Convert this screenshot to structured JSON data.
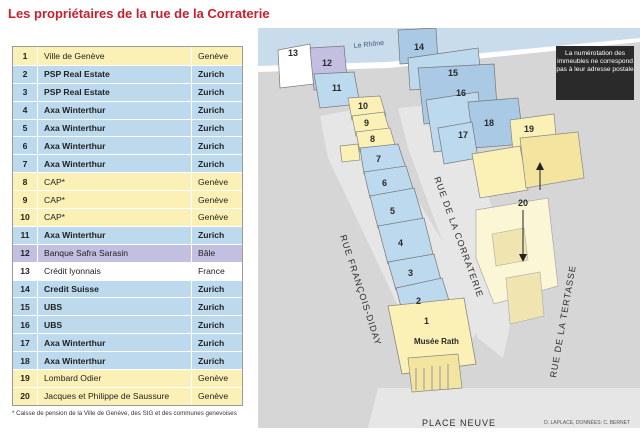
{
  "title": "Les propriétaires de la rue de la Corraterie",
  "owners": [
    {
      "num": "1",
      "owner": "Ville de Genève",
      "city": "Genève",
      "color": "yellow"
    },
    {
      "num": "2",
      "owner": "PSP Real Estate",
      "city": "Zurich",
      "color": "blue"
    },
    {
      "num": "3",
      "owner": "PSP Real Estate",
      "city": "Zurich",
      "color": "blue"
    },
    {
      "num": "4",
      "owner": "Axa Winterthur",
      "city": "Zurich",
      "color": "blue"
    },
    {
      "num": "5",
      "owner": "Axa Winterthur",
      "city": "Zurich",
      "color": "blue"
    },
    {
      "num": "6",
      "owner": "Axa Winterthur",
      "city": "Zurich",
      "color": "blue"
    },
    {
      "num": "7",
      "owner": "Axa Winterthur",
      "city": "Zurich",
      "color": "blue"
    },
    {
      "num": "8",
      "owner": "CAP*",
      "city": "Genève",
      "color": "yellow"
    },
    {
      "num": "9",
      "owner": "CAP*",
      "city": "Genève",
      "color": "yellow"
    },
    {
      "num": "10",
      "owner": "CAP*",
      "city": "Genève",
      "color": "yellow"
    },
    {
      "num": "11",
      "owner": "Axa Winterthur",
      "city": "Zurich",
      "color": "blue"
    },
    {
      "num": "12",
      "owner": "Banque Safra Sarasin",
      "city": "Bâle",
      "color": "purple"
    },
    {
      "num": "13",
      "owner": "Crédit lyonnais",
      "city": "France",
      "color": "white"
    },
    {
      "num": "14",
      "owner": "Credit Suisse",
      "city": "Zurich",
      "color": "blue"
    },
    {
      "num": "15",
      "owner": "UBS",
      "city": "Zurich",
      "color": "blue"
    },
    {
      "num": "16",
      "owner": "UBS",
      "city": "Zurich",
      "color": "blue"
    },
    {
      "num": "17",
      "owner": "Axa Winterthur",
      "city": "Zurich",
      "color": "blue"
    },
    {
      "num": "18",
      "owner": "Axa Winterthur",
      "city": "Zurich",
      "color": "blue"
    },
    {
      "num": "19",
      "owner": "Lombard Odier",
      "city": "Genève",
      "color": "yellow"
    },
    {
      "num": "20",
      "owner": "Jacques et Philippe de Saussure",
      "city": "Genève",
      "color": "yellow"
    }
  ],
  "colors": {
    "yellow": "#fbf1b6",
    "blue": "#bcd9ee",
    "purple": "#c3bfe0",
    "white": "#ffffff",
    "title": "#c8202d"
  },
  "footnote": "* Caisse de pension de la Ville de Genève, des SIG et des communes genevoises",
  "credit": "D. LAPLACE, DONNÉES: C. BERNET",
  "map": {
    "river": "Le Rhône",
    "note": "La numérotation des immeubles ne correspond pas à leur adresse postale",
    "streets": {
      "corraterie": "RUE DE LA CORRATERIE",
      "diday": "RUE FRANÇOIS-DIDAY",
      "tertasse": "RUE DE LA TERTASSE",
      "place": "PLACE NEUVE"
    },
    "museum": "Musée Rath",
    "labels": [
      "1",
      "2",
      "3",
      "4",
      "5",
      "6",
      "7",
      "8",
      "9",
      "10",
      "11",
      "12",
      "13",
      "14",
      "15",
      "16",
      "17",
      "18",
      "19",
      "20"
    ]
  }
}
